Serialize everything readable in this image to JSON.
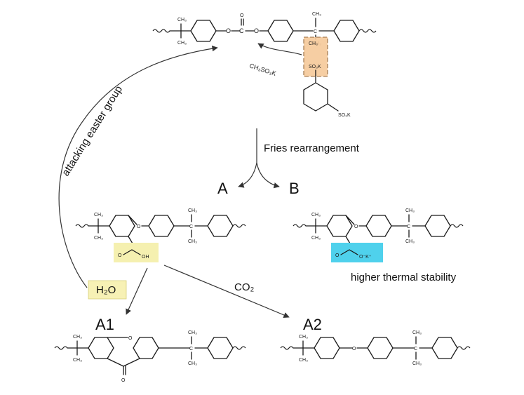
{
  "labels": {
    "reagent": "CH₃SO₃K",
    "fries": "Fries rearrangement",
    "branch_a": "A",
    "branch_b": "B",
    "attack": "attacking easter group",
    "water": "H₂O",
    "co2": "CO₂",
    "a1": "A1",
    "a2": "A2",
    "stability": "higher thermal stability"
  },
  "atoms": {
    "ch3": "CH₃",
    "c": "C",
    "o": "O",
    "oh": "OH",
    "so3k": "SO₃K",
    "ok": "O⁻K⁺"
  },
  "colors": {
    "sulfonate_box": "#f6c99a",
    "acid_box": "#f5f0b0",
    "salt_box": "#4fd1ec",
    "water_box": "#f7f1b5"
  }
}
